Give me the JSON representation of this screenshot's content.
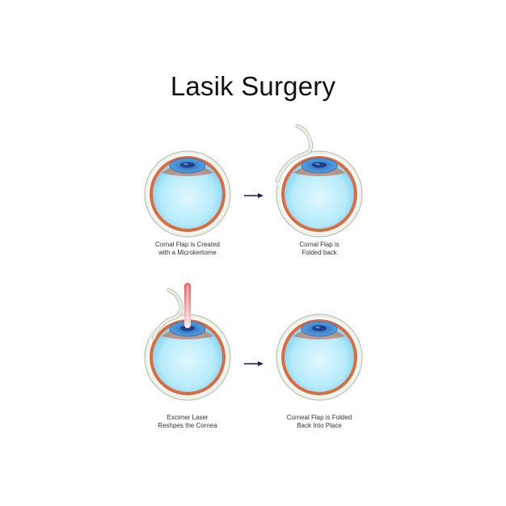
{
  "title": "Lasik Surgery",
  "steps": [
    {
      "line1": "Cornal Flap is Created",
      "line2": "with a Microkertome"
    },
    {
      "line1": "Cornal Flap is",
      "line2": "Folded back"
    },
    {
      "line1": "Excimer Laser",
      "line2": "Reshpes the Cornea"
    },
    {
      "line1": "Corneal Flap is Folded",
      "line2": "Back Into Place"
    }
  ],
  "colors": {
    "sclera": "#e06a3c",
    "eye_fill_center": "#d9f6ff",
    "eye_fill_edge": "#7fd3f2",
    "outer_layer": "#e6ece1",
    "outer_stroke": "#b6c6b1",
    "cornea": "#3f8ed6",
    "pupil": "#1f3f86",
    "laser": "#f26a6a",
    "arrow": "#16195a"
  }
}
